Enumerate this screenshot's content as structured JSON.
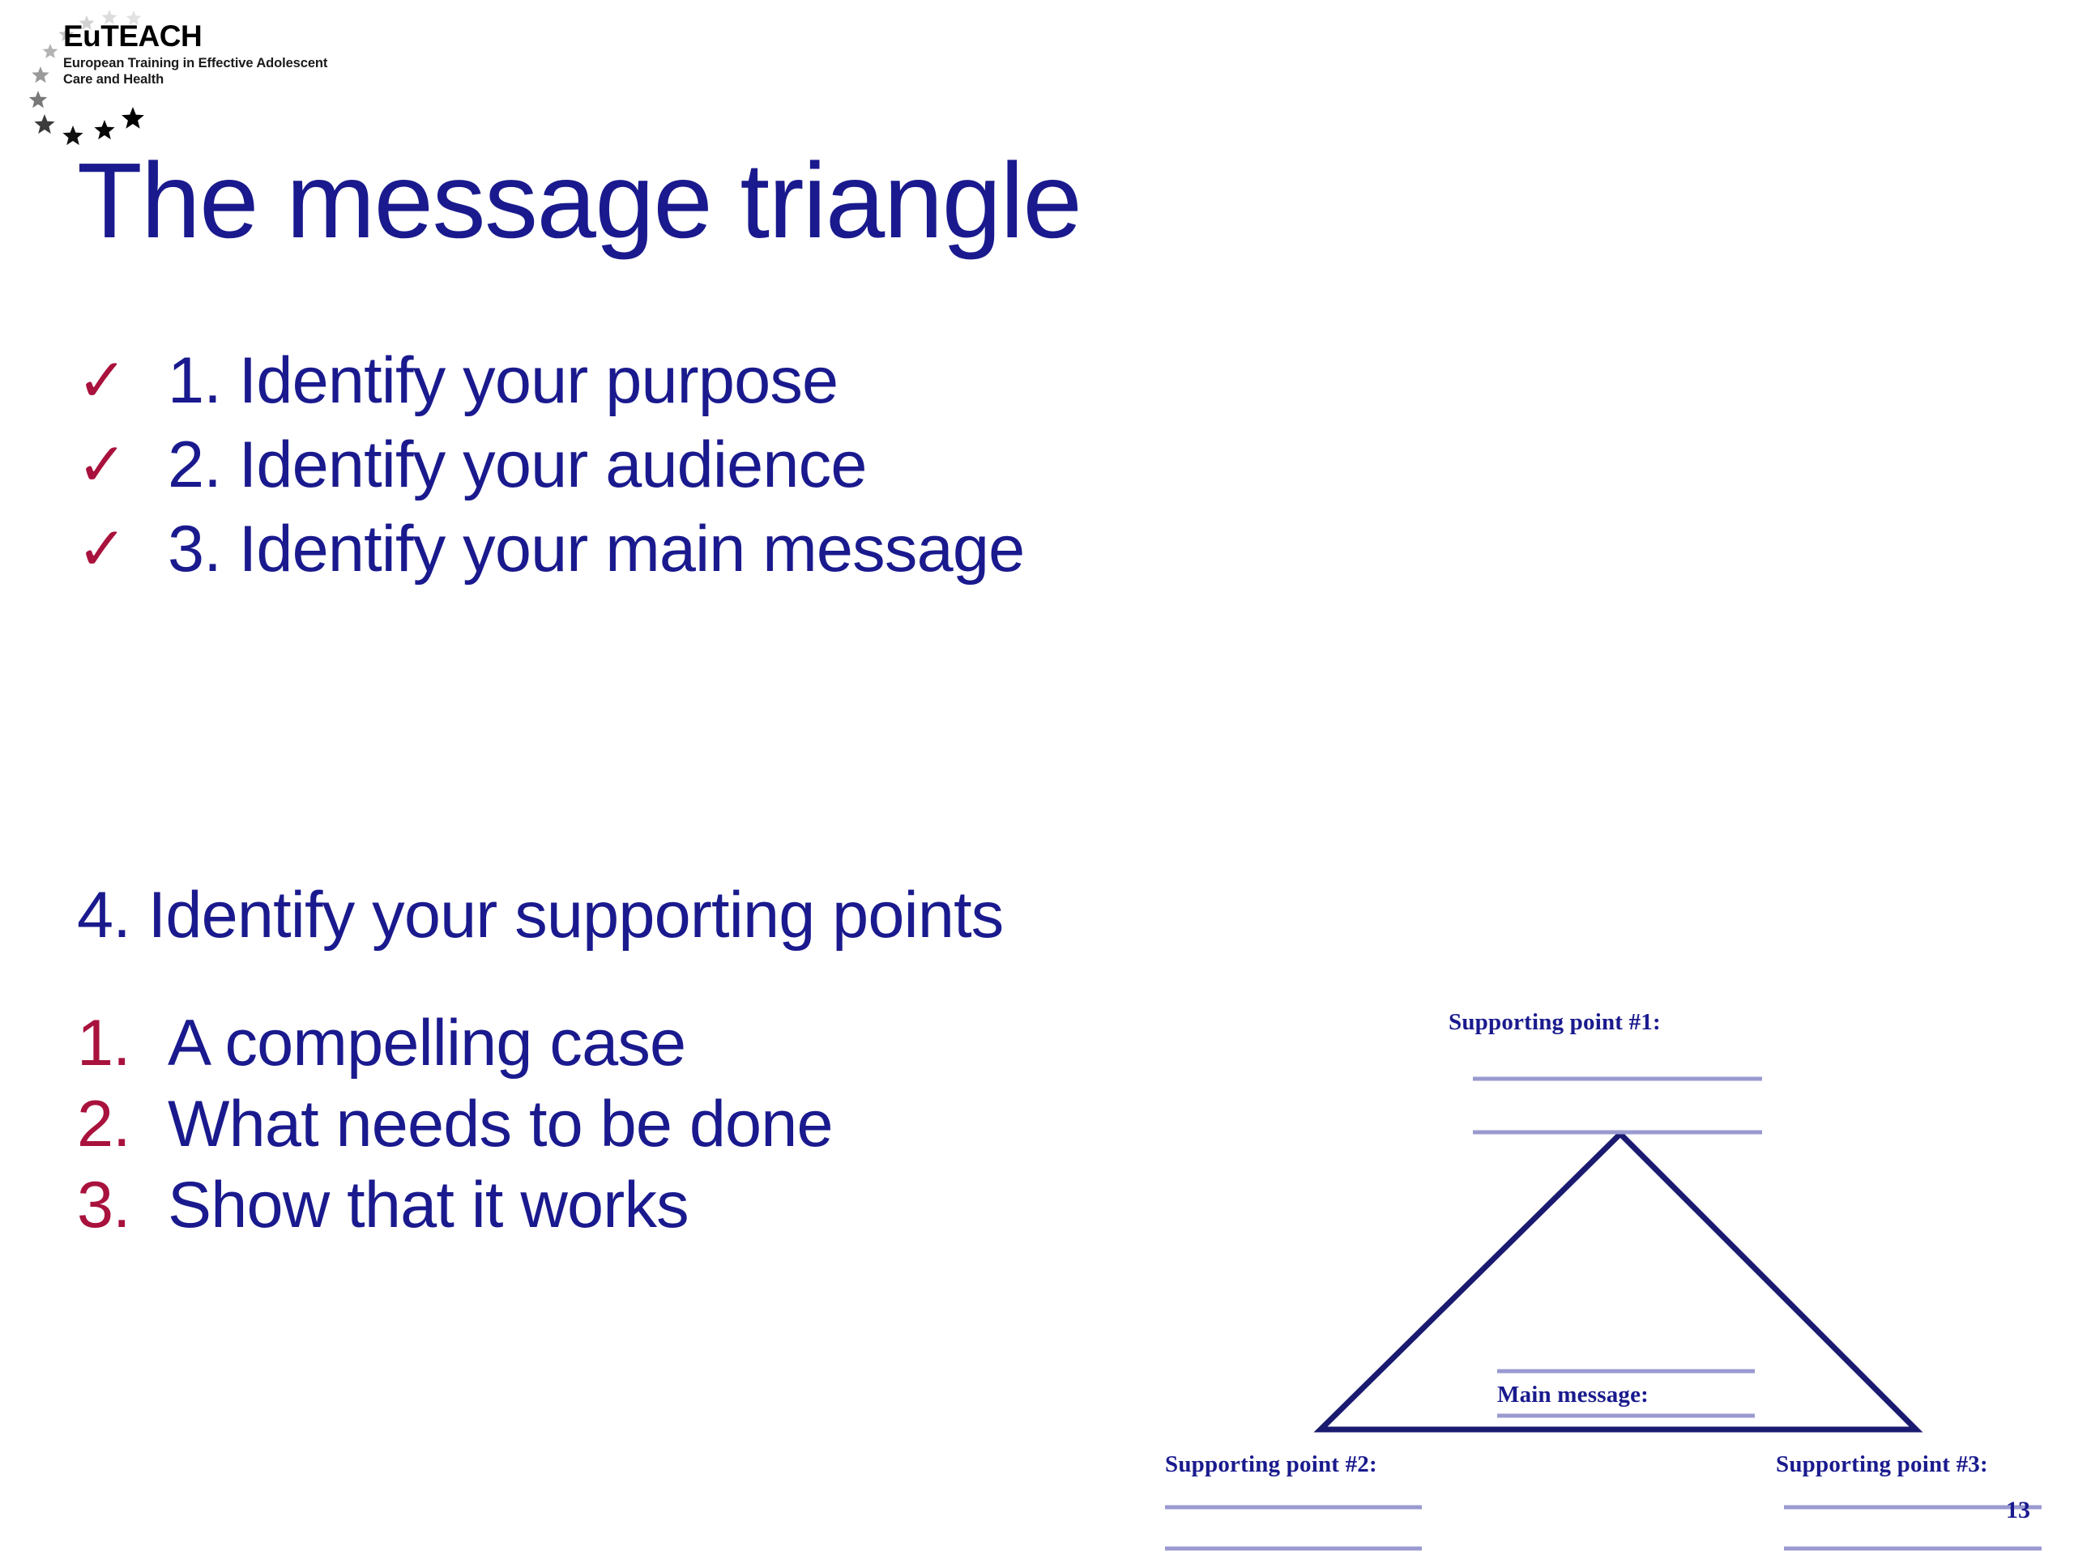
{
  "logo": {
    "name": "euteach-logo",
    "title": "EuTEACH",
    "subtitle": "European Training in Effective Adolescent Care and Health",
    "stars_icon": "eu-star-spiral-icon"
  },
  "slide": {
    "title": "The message triangle",
    "number": "13",
    "title_color": "#1a1a8e",
    "accent_color": "#a8123c",
    "background_color": "#ffffff"
  },
  "check_list": {
    "marker_glyph": "✓",
    "marker_name": "checkmark-icon",
    "items": [
      {
        "marker": "✓",
        "text": "1. Identify your purpose"
      },
      {
        "marker": "✓",
        "text": "2. Identify your audience"
      },
      {
        "marker": "✓",
        "text": "3. Identify your main message"
      }
    ]
  },
  "step4": {
    "heading": "4. Identify your supporting points"
  },
  "numbered_list": {
    "items": [
      {
        "marker": "1.",
        "text": "A compelling case"
      },
      {
        "marker": "2.",
        "text": "What needs to be done"
      },
      {
        "marker": "3.",
        "text": "Show that it works"
      }
    ]
  },
  "diagram": {
    "name": "message-triangle-diagram",
    "stroke_color": "#1a1a70",
    "rule_color": "#9a9ad0",
    "labels": {
      "supporting_point_1": "Supporting point #1:",
      "main_message": "Main message:",
      "supporting_point_2": "Supporting point #2:",
      "supporting_point_3": "Supporting point #3:"
    }
  }
}
